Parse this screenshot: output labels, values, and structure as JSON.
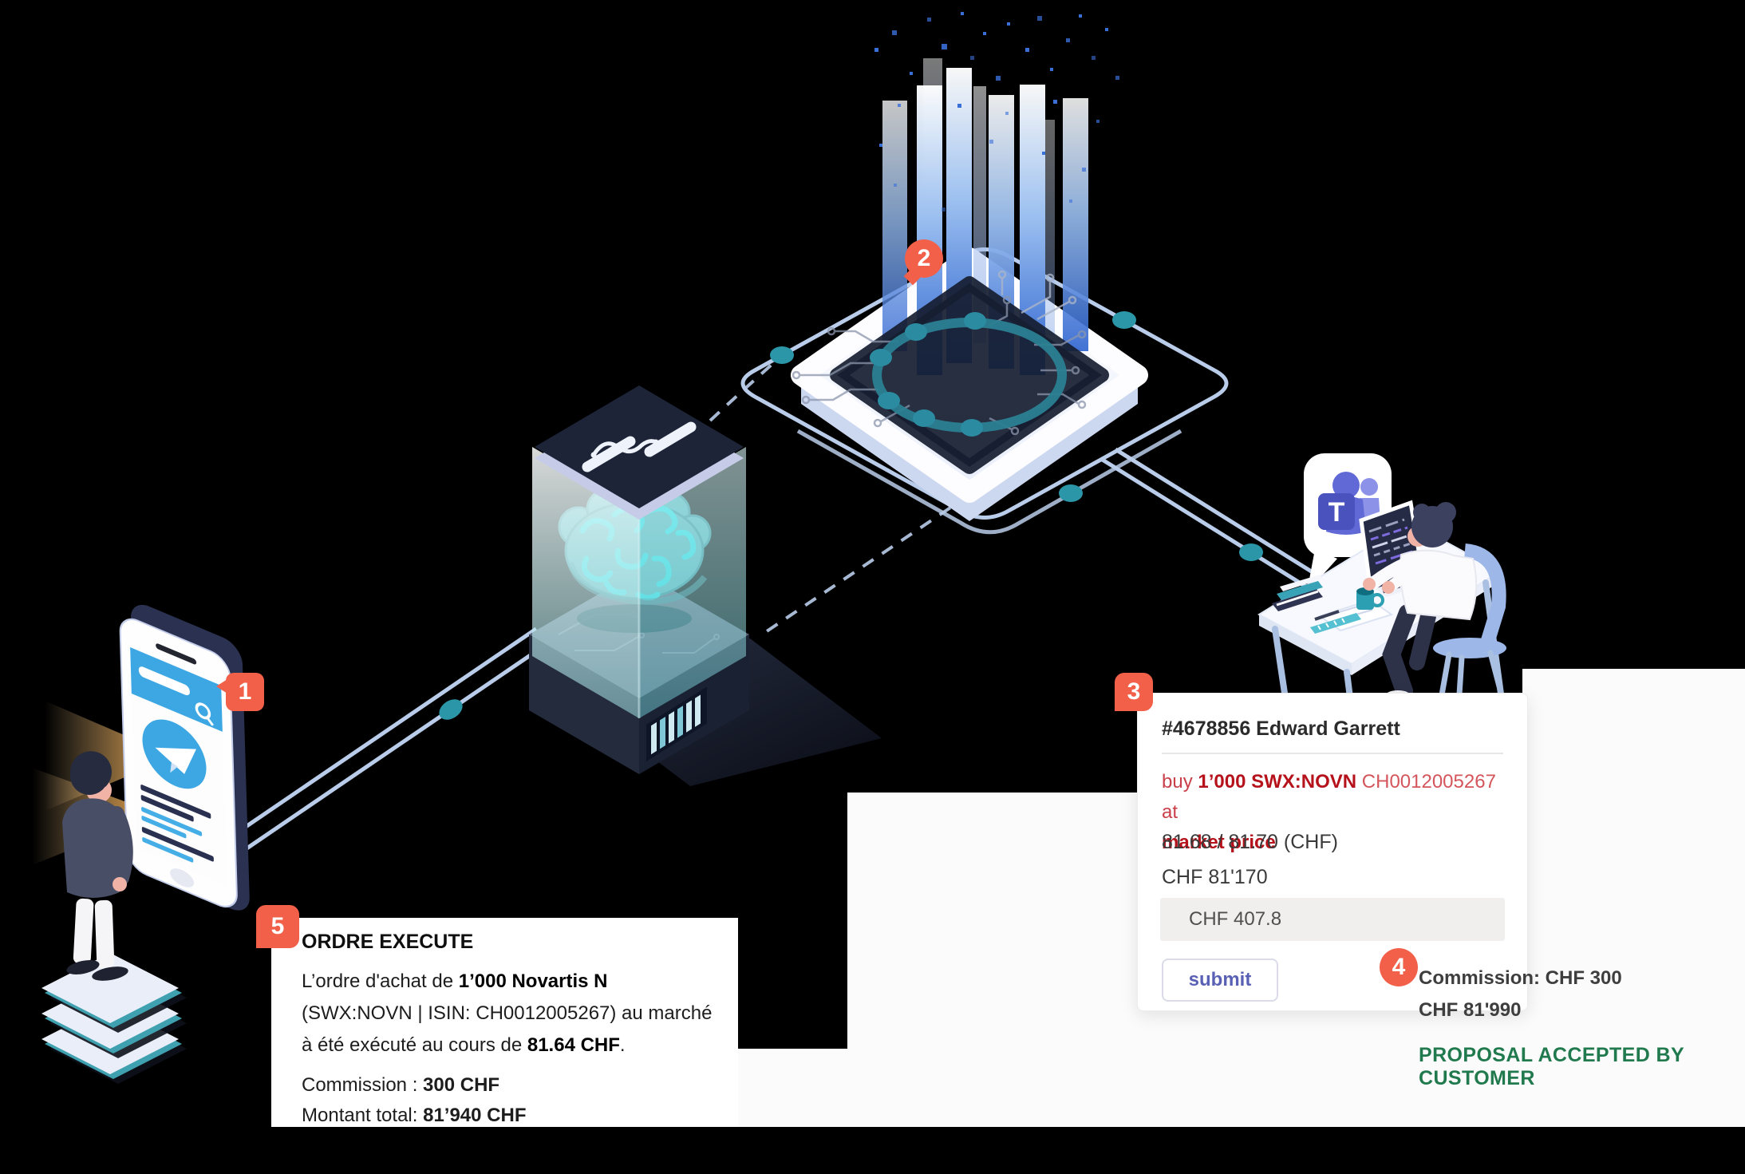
{
  "badges": [
    "1",
    "2",
    "3",
    "4",
    "5"
  ],
  "order_card": {
    "title": "#4678856 Edward Garrett",
    "buy_prefix": "buy ",
    "buy_bold1": "1’000 SWX:NOVN",
    "buy_isin": " CH0012005267 ",
    "buy_at": "at ",
    "buy_bold2": "market price",
    "quote": "81.68 / 81.70 (CHF)",
    "amount": "CHF 81'170",
    "commission_input_value": "CHF 407.8",
    "submit_label": "submit"
  },
  "proposal": {
    "commission": "Commission: CHF 300",
    "total": "CHF 81'990",
    "status": "PROPOSAL ACCEPTED BY CUSTOMER"
  },
  "execution_note": {
    "title": "ORDRE EXECUTE",
    "body_1": "L’ordre d'achat de ",
    "body_bold_1": "1’000  Novartis N",
    "body_2": " (SWX:NOVN | ISIN: CH0012005267)  au marché à été exécuté au cours de ",
    "body_bold_2": "81.64 CHF",
    "body_3": ".",
    "commission_label": "Commission : ",
    "commission_value": "300 CHF",
    "total_label": "Montant total: ",
    "total_value": "81’940 CHF"
  },
  "icons": {
    "teams_t": "T",
    "telegram": "paper-plane-icon",
    "search": "magnifier-icon",
    "ai": "brain-icon",
    "chip": "processor-icon",
    "dna": "dna-icon"
  },
  "colors": {
    "badge": "#F2604A",
    "accent_red": "#B5121B",
    "status_green": "#217A4E",
    "telegram_blue": "#3DA7E3",
    "teams_purple": "#4A52BD",
    "teal": "#2B8BA0",
    "line_blue": "#B9CCE9",
    "bar_blue": "#2D63CF"
  }
}
